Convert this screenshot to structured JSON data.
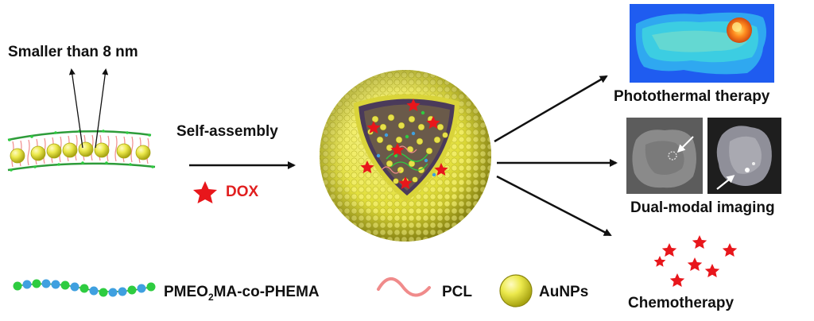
{
  "labels": {
    "size_note": "Smaller than 8 nm",
    "self_assembly": "Self-assembly",
    "dox": "DOX",
    "photothermal": "Photothermal therapy",
    "dual_modal": "Dual-modal imaging",
    "chemotherapy": "Chemotherapy"
  },
  "legend": {
    "polymer_prefix": "PMEO",
    "polymer_sub": "2",
    "polymer_suffix": "MA-co-PHEMA",
    "pcl": "PCL",
    "aunps": "AuNPs"
  },
  "colors": {
    "gold_particle": "#e9e84a",
    "gold_edge": "#b5b21d",
    "dox_star": "#e8161b",
    "dox_text": "#e11f1f",
    "polymer_green": "#2ecc40",
    "polymer_blue": "#3fa0e0",
    "pcl_pink": "#f08b8b",
    "membrane_green": "#2e9c3a",
    "arrow": "#111111"
  },
  "icons": [
    "membrane-diagram",
    "vesicle-cutaway",
    "dox-star-icon",
    "thermal-image",
    "ct-image",
    "pa-image",
    "polymer-chain-icon",
    "pcl-wave-icon",
    "aunp-sphere-icon"
  ]
}
